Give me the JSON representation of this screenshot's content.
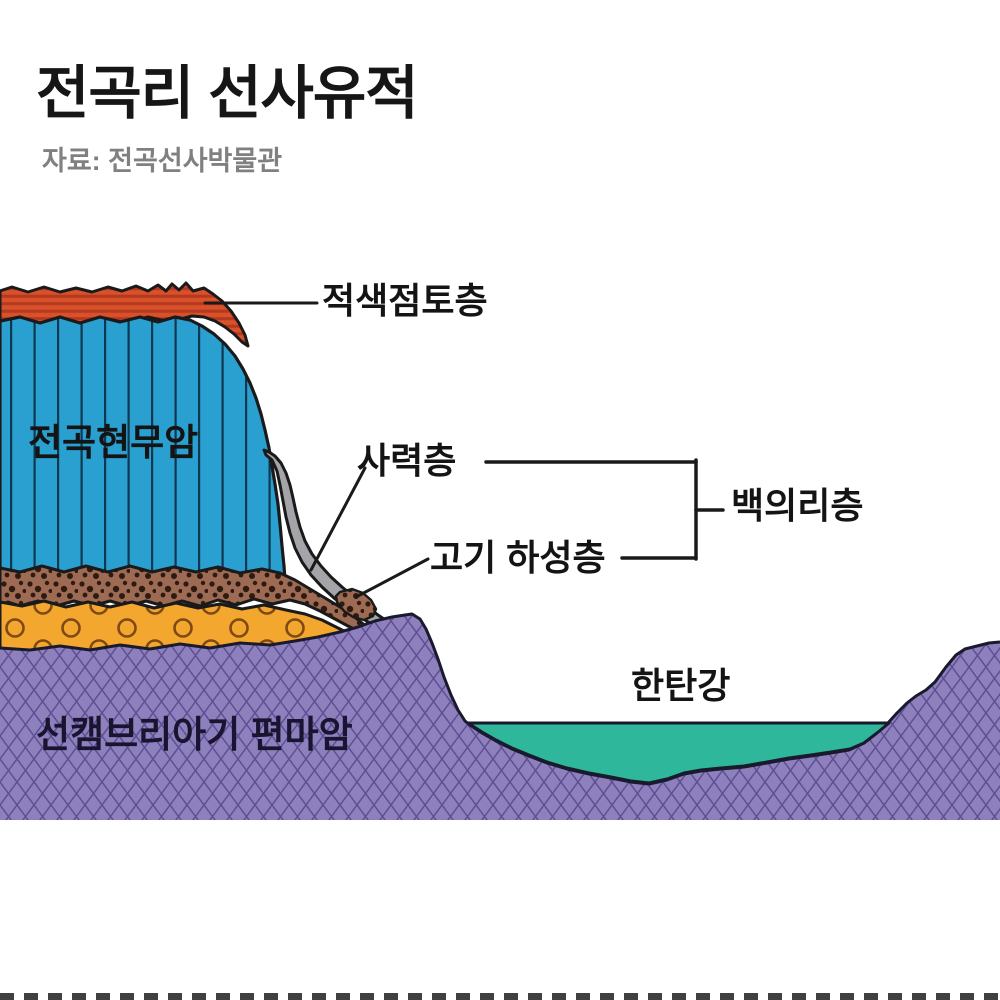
{
  "page": {
    "background": "#ffffff"
  },
  "header": {
    "title": "전곡리 선사유적",
    "source": "자료: 전곡선사박물관"
  },
  "diagram": {
    "type": "geological-cross-section",
    "labels": {
      "red_clay": "적색점토층",
      "basalt": "전곡현무암",
      "gravel": "사력층",
      "old_fluvial": "고기 하성층",
      "baekuiri": "백의리층",
      "river": "한탄강",
      "gneiss": "선캠브리아기 편마암"
    },
    "colors": {
      "red_clay": "#d9502a",
      "red_clay_stripe": "#b23a1e",
      "basalt": "#2aa0d1",
      "basalt_line": "#0d3850",
      "colluvium_gray": "#a5a4a9",
      "gravel_brown": "#9d6b54",
      "gravel_dot": "#2e1a10",
      "fluvial_orange": "#f4a72e",
      "fluvial_circle": "#7c4a12",
      "gneiss_purple": "#8d80bd",
      "gneiss_hatch": "#5d4f92",
      "gneiss_outline": "#1a1a2e",
      "river_teal": "#2eb79a",
      "outline": "#1a1a1a"
    }
  }
}
